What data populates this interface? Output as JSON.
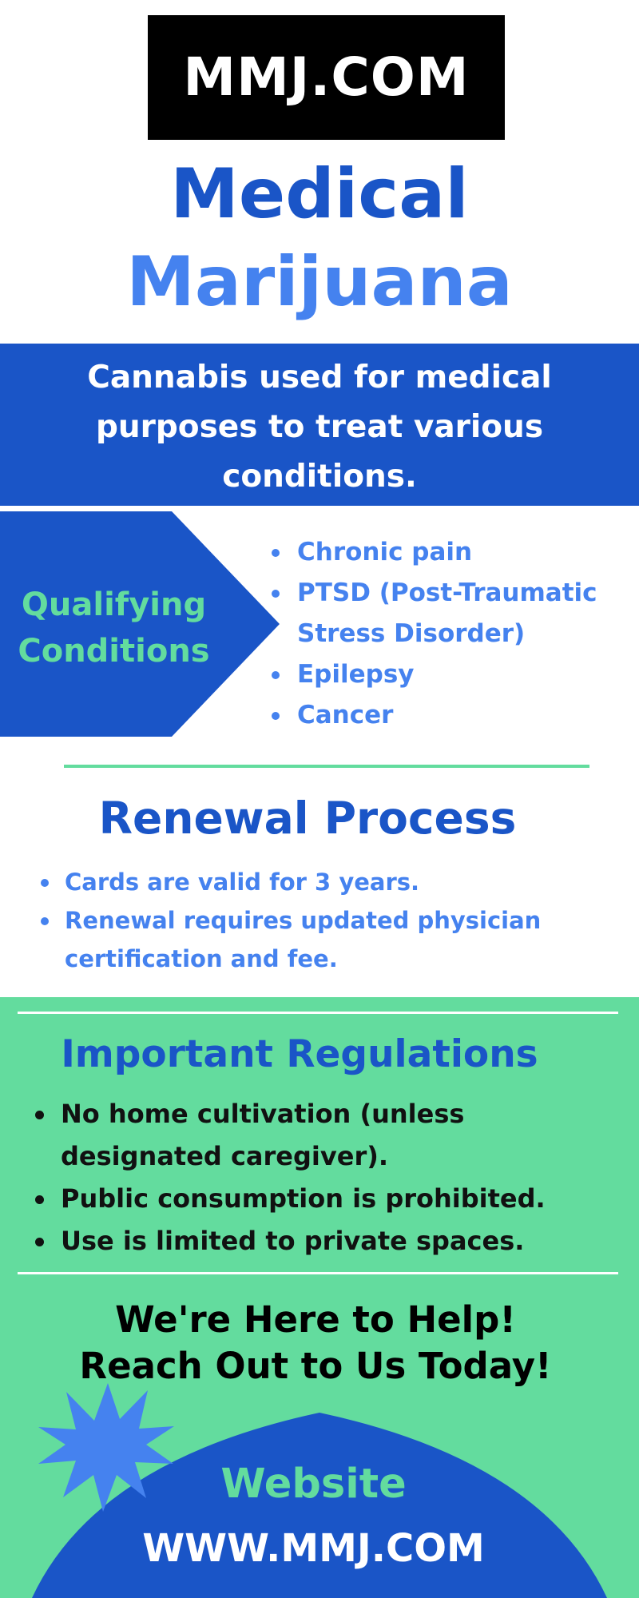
{
  "logo": {
    "text": "MMJ.COM"
  },
  "title": {
    "line1": "Medical",
    "line2": "Marijuana"
  },
  "definition": {
    "text": "Cannabis used for medical purposes to treat various conditions."
  },
  "qualifying": {
    "label": "Qualifying Conditions",
    "items": [
      "Chronic pain",
      "PTSD (Post-Traumatic Stress Disorder)",
      "Epilepsy",
      "Cancer"
    ]
  },
  "renewal": {
    "heading": "Renewal Process",
    "items": [
      "Cards are valid for 3 years.",
      "Renewal requires updated physician certification and fee."
    ]
  },
  "regulations": {
    "heading": "Important Regulations",
    "items": [
      "No home cultivation (unless designated caregiver).",
      "Public consumption is prohibited.",
      "Use is limited to private spaces."
    ]
  },
  "help": {
    "line1": "We're Here to Help!",
    "line2": "Reach Out to Us Today!"
  },
  "contact": {
    "label": "Website",
    "url": "WWW.MMJ.COM"
  },
  "colors": {
    "dark_blue": "#1a55c7",
    "light_blue": "#4582ef",
    "green": "#63dc9e",
    "black": "#000000",
    "white": "#ffffff"
  }
}
